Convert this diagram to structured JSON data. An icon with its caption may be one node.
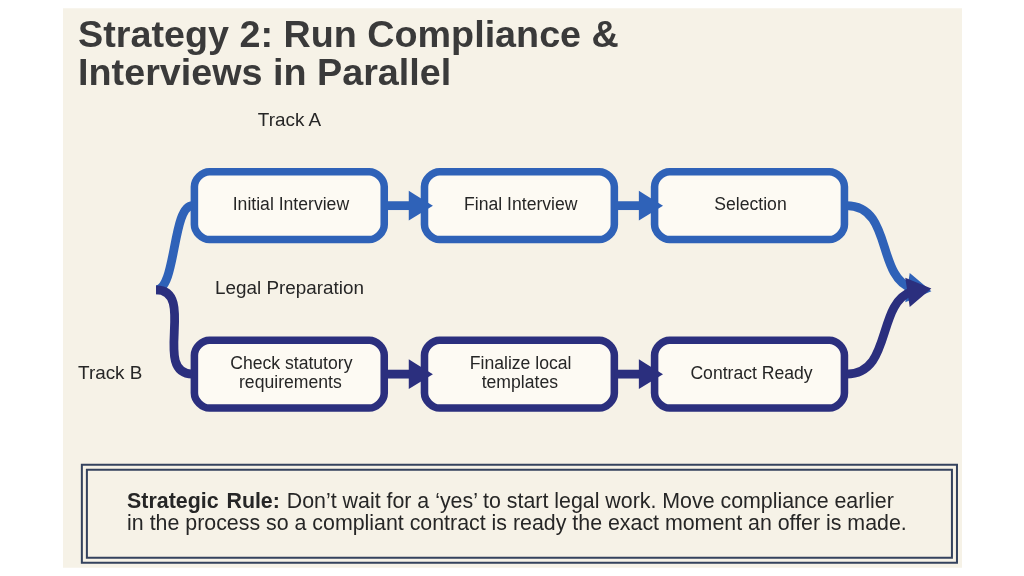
{
  "diagram": {
    "title": "Strategy 2: Run Compliance & Interviews in Parallel",
    "nodes": [
      {
        "text": [
          "Initial Interview"
        ]
      },
      {
        "text": [
          "Final Interview"
        ]
      },
      {
        "text": [
          "Selection"
        ]
      },
      {
        "text": [
          "Check statutory requirements"
        ]
      },
      {
        "text": [
          "Finalize local templates"
        ]
      },
      {
        "text": [
          "Contract Ready"
        ]
      },
      {
        "text": [
          "**Strategic Rule:** Don’t wait for a ‘yes’ to start legal work. Move compliance earlier in the process so a compliant contract is ready the exact moment an offer is made."
        ]
      }
    ],
    "edges": [
      {
        "from": null,
        "to": 0,
        "arrow": "none"
      },
      {
        "from": 0,
        "to": 1,
        "arrow": "to"
      },
      {
        "from": 1,
        "to": 2,
        "arrow": "to"
      },
      {
        "from": 2,
        "to": null,
        "arrow": "to"
      },
      {
        "from": null,
        "to": 3,
        "arrow": "none",
        "color": "#2b2f7e"
      },
      {
        "from": 3,
        "to": 4,
        "arrow": "to",
        "color": "#2b2f7e"
      },
      {
        "from": 4,
        "to": 5,
        "arrow": "to",
        "color": "#2b2f7e"
      },
      {
        "from": 5,
        "to": null,
        "arrow": "to",
        "color": "#2b2f7e"
      }
    ],
    "labels": [
      "Track A",
      "Legal Preparation",
      "Track B"
    ]
  }
}
